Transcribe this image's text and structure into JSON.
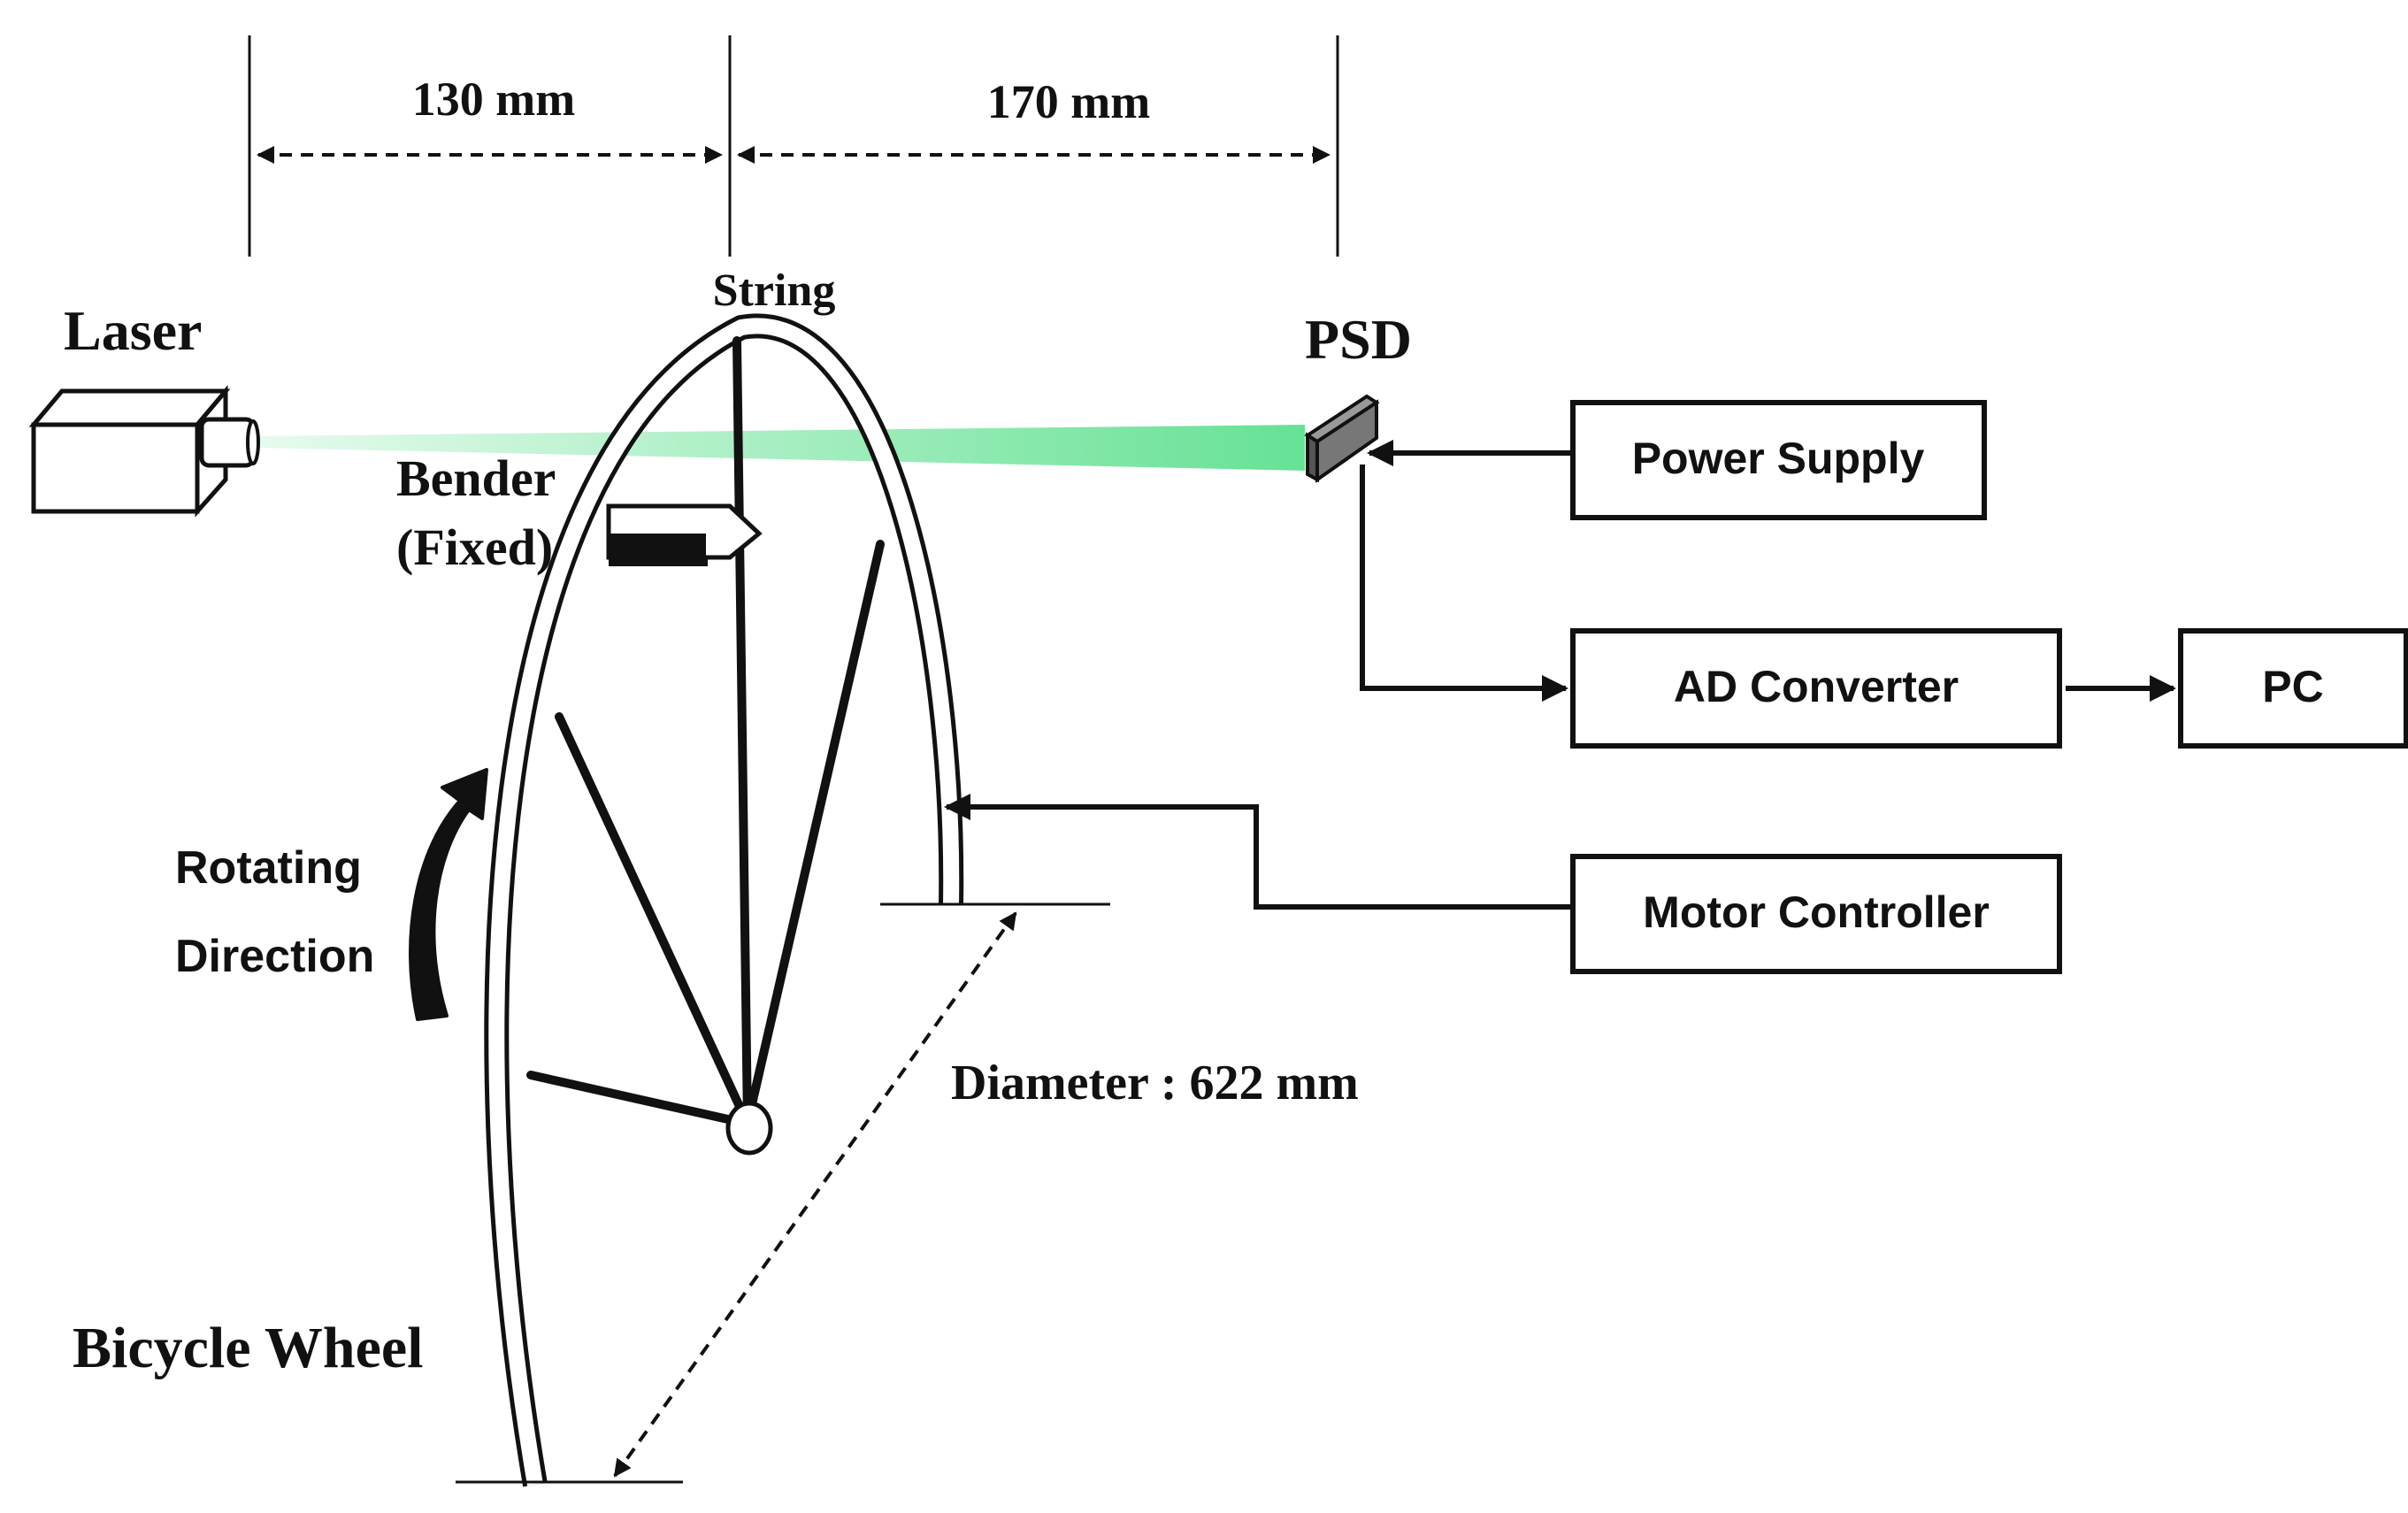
{
  "labels": {
    "dim_left": "130 mm",
    "dim_right": "170 mm",
    "string": "String",
    "laser": "Laser",
    "psd": "PSD",
    "bender_line1": "Bender",
    "bender_line2": "(Fixed)",
    "rotating_line1": "Rotating",
    "rotating_line2": "Direction",
    "diameter": "Diameter : 622 mm",
    "bicycle_wheel": "Bicycle Wheel"
  },
  "blocks": {
    "power_supply": "Power Supply",
    "ad_converter": "AD Converter",
    "pc": "PC",
    "motor_controller": "Motor Controller"
  },
  "colors": {
    "laser_beam": "#5ee08f",
    "ink": "#111111"
  }
}
